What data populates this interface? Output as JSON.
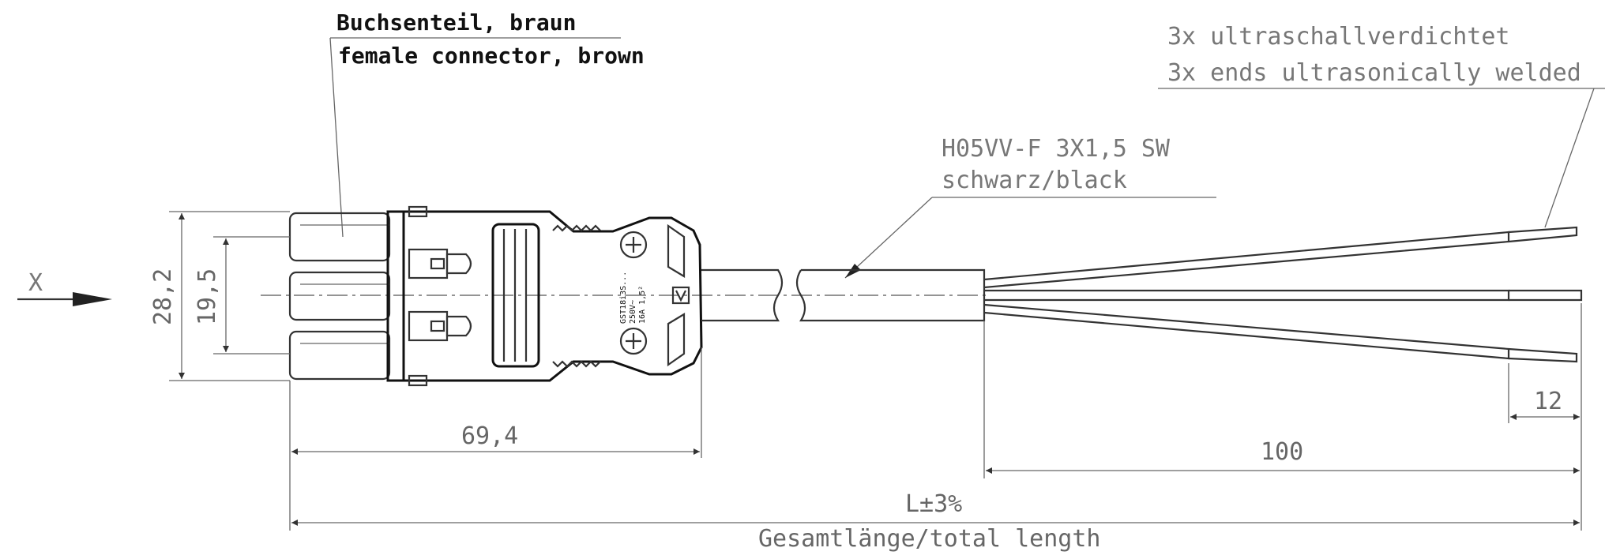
{
  "labels": {
    "connector_de": "Buchsenteil, braun",
    "connector_en": "female connector, brown",
    "welded_de": "3x ultraschallverdichtet",
    "welded_en": "3x ends ultrasonically welded",
    "cable_type": "H05VV-F 3X1,5 SW",
    "cable_color": "schwarz/black",
    "view_letter": "X",
    "total_de_en": "Gesamtlänge/total length",
    "stamp_line1": "GST18i3S...",
    "stamp_line2": "250V~",
    "stamp_line3": "16A 1,5²"
  },
  "dimensions": {
    "height_outer": "28,2",
    "height_inner": "19,5",
    "connector_length": "69,4",
    "strip_length": "100",
    "end_length": "12",
    "total_length": "L±3%"
  }
}
